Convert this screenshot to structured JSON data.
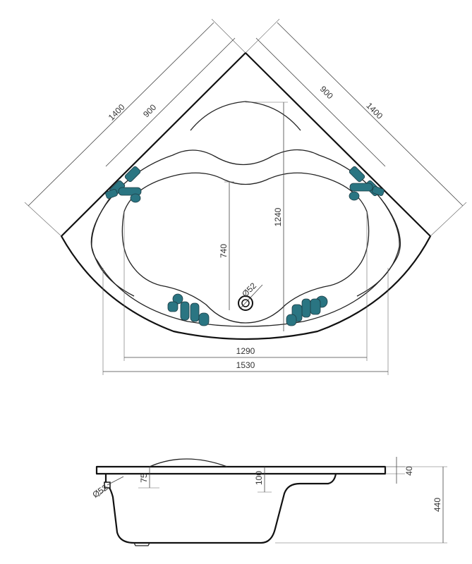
{
  "colors": {
    "outline": "#111111",
    "dimension": "#444444",
    "jets": "#2a7582",
    "background": "#ffffff"
  },
  "top_view": {
    "labels": {
      "left_outer": "1400",
      "left_inner": "900",
      "right_inner": "900",
      "right_outer": "1400",
      "height_outer": "1240",
      "height_inner": "740",
      "drain": "Ø52",
      "width_inner": "1290",
      "width_outer": "1530"
    }
  },
  "side_view": {
    "labels": {
      "drain": "Ø52",
      "rim_offset": "75",
      "rim_depth": "100",
      "rim_thickness": "40",
      "total_height": "440"
    }
  }
}
